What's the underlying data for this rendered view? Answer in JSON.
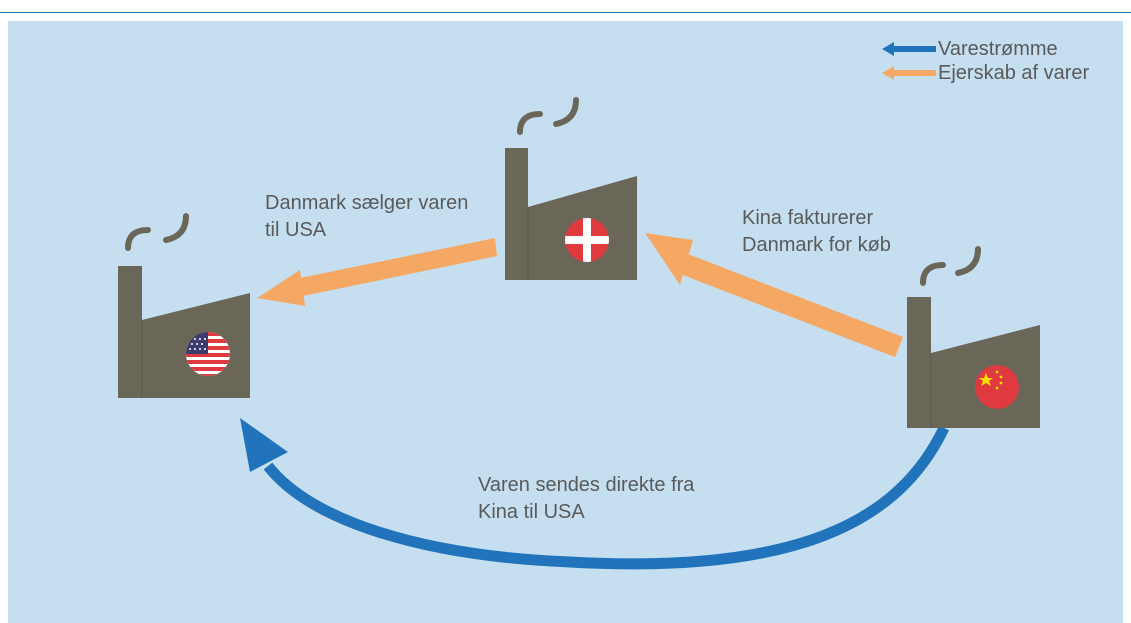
{
  "legend": {
    "flow_label": "Varestrømme",
    "ownership_label": "Ejerskab af varer"
  },
  "labels": {
    "denmark_sells": [
      "Danmark sælger varen",
      "til USA"
    ],
    "china_invoices": [
      "Kina fakturerer",
      "Danmark for køb"
    ],
    "ships_direct": [
      "Varen sendes direkte fra",
      "Kina til USA"
    ]
  },
  "colors": {
    "background": "#c5dff1",
    "factory": "#6b6758",
    "ownership_arrow": "#f5a864",
    "flow_arrow": "#2174bb",
    "text": "#5a5a5a",
    "flag_red": "#e03a41",
    "flag_blue": "#3c3b6e",
    "china_star": "#ffde00"
  },
  "factories": [
    {
      "name": "USA",
      "flag": "usa-flag-icon"
    },
    {
      "name": "Danmark",
      "flag": "denmark-flag-icon"
    },
    {
      "name": "Kina",
      "flag": "china-flag-icon"
    }
  ]
}
